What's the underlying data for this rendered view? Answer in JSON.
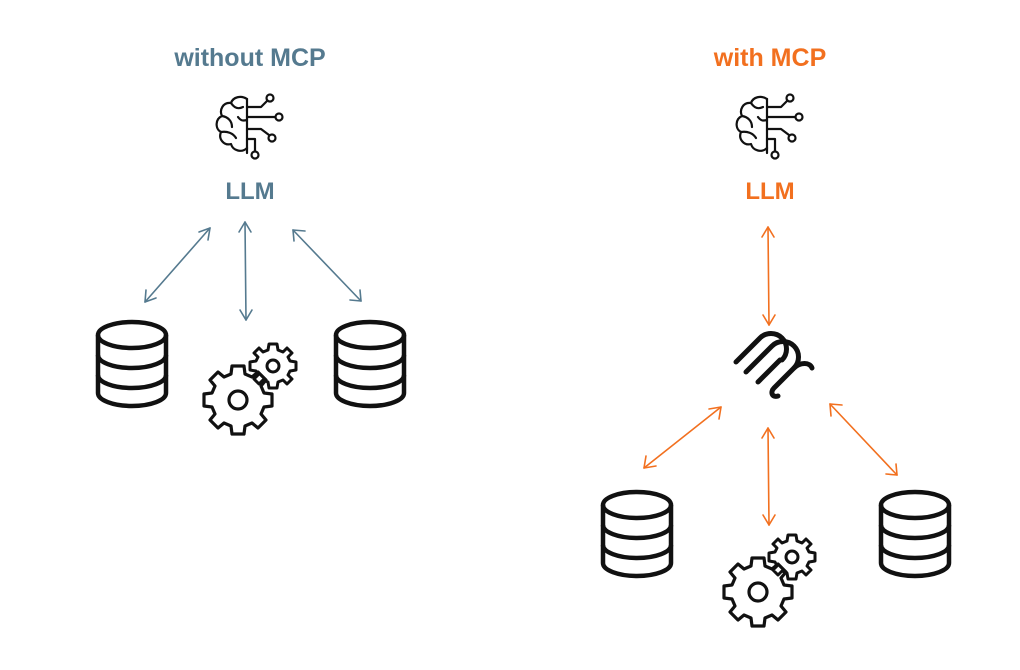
{
  "colors": {
    "left_accent": "#557A8F",
    "right_accent": "#F2701F",
    "icon": "#111111"
  },
  "left_panel": {
    "title": "without MCP",
    "llm_label": "LLM",
    "icons": [
      "brain-circuit-icon",
      "database-icon",
      "gears-icon",
      "database-icon"
    ]
  },
  "right_panel": {
    "title": "with MCP",
    "llm_label": "LLM",
    "icons": [
      "brain-circuit-icon",
      "mcp-logo-icon",
      "database-icon",
      "gears-icon",
      "database-icon"
    ]
  }
}
